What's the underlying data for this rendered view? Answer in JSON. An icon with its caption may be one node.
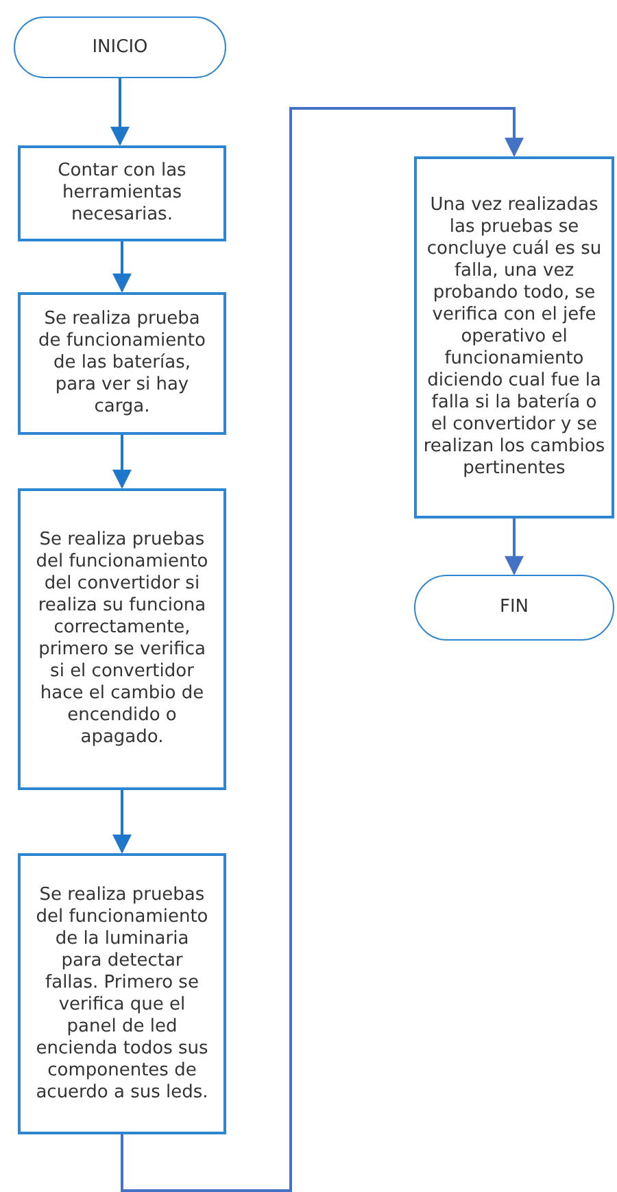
{
  "diagram": {
    "nodes": [
      {
        "text": [
          "INICIO"
        ]
      },
      {
        "text": [
          "Contar con las herramientas necesarias."
        ]
      },
      {
        "text": [
          "Se realiza prueba de funcionamiento de las baterías, para ver si hay carga."
        ]
      },
      {
        "text": [
          "Se realiza pruebas del funcionamiento del convertidor si realiza su funciona correctamente, primero se verifica si el convertidor hace el cambio de encendido o apagado."
        ]
      },
      {
        "text": [
          "Se realiza pruebas del funcionamiento de la luminaria para detectar fallas. Primero se verifica que el panel de led encienda todos sus componentes de acuerdo a sus leds."
        ]
      },
      {
        "text": [
          "Una vez realizadas las pruebas se concluye cuál es su falla, una vez probando todo, se verifica con el jefe operativo el funcionamiento diciendo cual fue la falla si la batería o el convertidor y se realizan los cambios pertinentes"
        ]
      },
      {
        "text": [
          "FIN"
        ]
      }
    ],
    "edges": [
      {
        "from": 0,
        "to": 1,
        "arrow": "to"
      },
      {
        "from": 1,
        "to": 2,
        "arrow": "to"
      },
      {
        "from": 2,
        "to": 3,
        "arrow": "to"
      },
      {
        "from": 3,
        "to": 4,
        "arrow": "to"
      },
      {
        "from": 4,
        "to": 5,
        "arrow": "to",
        "color": "#4472c4"
      },
      {
        "from": 5,
        "to": 6,
        "arrow": "to",
        "color": "#4472c4"
      }
    ]
  }
}
